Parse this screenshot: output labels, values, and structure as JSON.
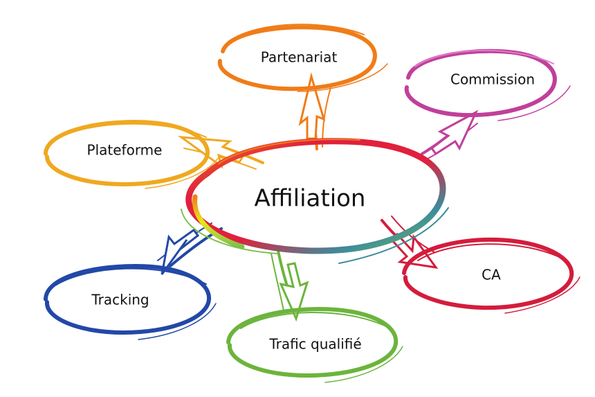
{
  "center": {
    "label": "Affiliation"
  },
  "nodes": [
    {
      "id": "partenariat",
      "label": "Partenariat",
      "color": "#f07c18"
    },
    {
      "id": "commission",
      "label": "Commission",
      "color": "#c0409a"
    },
    {
      "id": "plateforme",
      "label": "Plateforme",
      "color": "#f0a820"
    },
    {
      "id": "ca",
      "label": "CA",
      "color": "#d41c3c"
    },
    {
      "id": "tracking",
      "label": "Tracking",
      "color": "#2248a8"
    },
    {
      "id": "trafic",
      "label": "Trafic qualifié",
      "color": "#6cb43c"
    }
  ],
  "colors": {
    "center_red": "#e0203c",
    "center_orange": "#f07c18",
    "center_yellow": "#e8e81c",
    "center_green": "#7cc04c",
    "center_teal": "#3c8c9c"
  }
}
